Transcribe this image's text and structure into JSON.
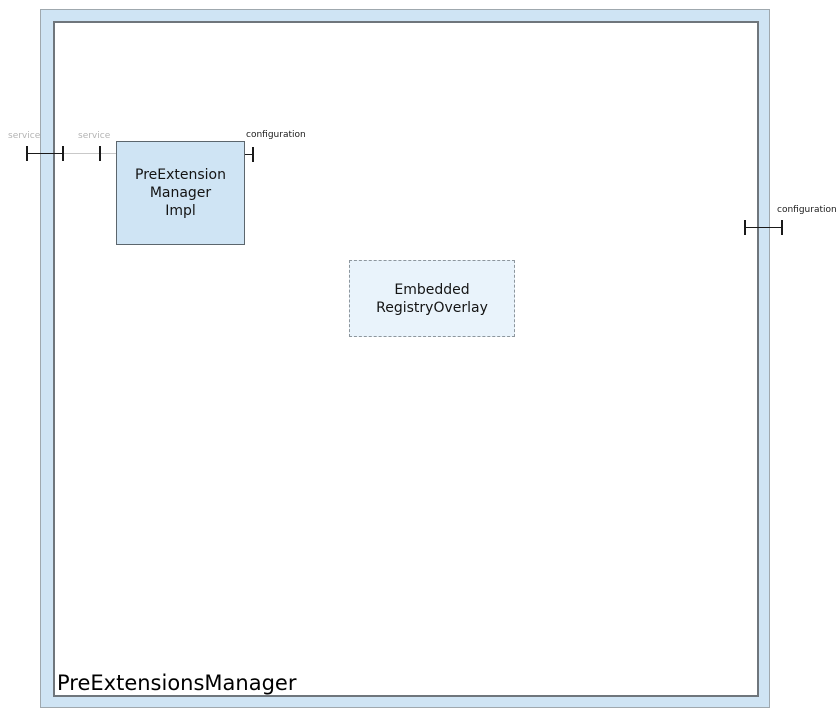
{
  "diagram": {
    "type": "component-architecture",
    "title": "PreExtensionsManager",
    "nodes": {
      "impl": {
        "line1": "PreExtension",
        "line2": "Manager",
        "line3": "Impl"
      },
      "embedded": {
        "line1": "Embedded",
        "line2": "RegistryOverlay"
      }
    },
    "ports": {
      "service_outer": "service",
      "service_inner": "service",
      "configuration_top": "configuration",
      "configuration_right": "configuration"
    },
    "colors": {
      "frame_fill": "#cfe4f4",
      "frame_outer_border": "#9fa8ae",
      "frame_inner_border": "#6f767c",
      "node_fill": "#cfe4f4",
      "node_border": "#5c666d",
      "embedded_node_fill": "#e9f3fb",
      "embedded_node_border": "#8d969d",
      "connector": "#1a1a1a",
      "connector_muted": "#c9c9c9",
      "port_label_muted": "#b4b4b4",
      "title_color": "#000000"
    }
  }
}
